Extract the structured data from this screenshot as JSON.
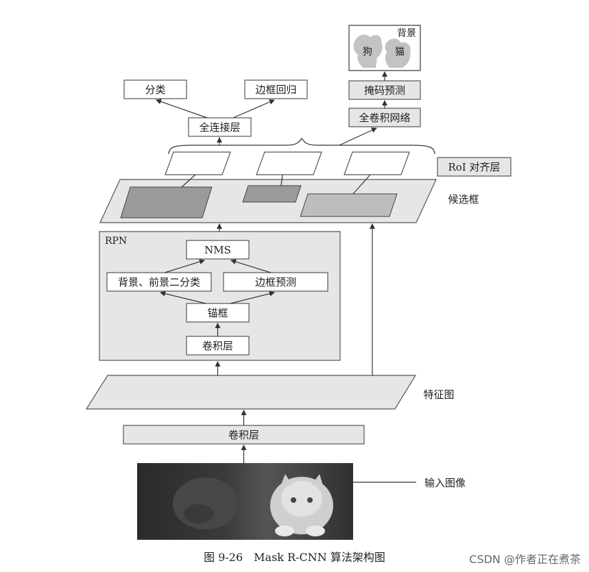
{
  "output": {
    "classification": "分类",
    "bbox_regression": "边框回归",
    "fc_layer": "全连接层",
    "mask_labels": {
      "background": "背景",
      "dog": "狗",
      "cat": "猫"
    },
    "mask_prediction": "掩码预测",
    "fcn": "全卷积网络"
  },
  "roi_align": "RoI 对齐层",
  "proposals": "候选框",
  "rpn": {
    "title": "RPN",
    "nms": "NMS",
    "cls": "背景、前景二分类",
    "bbox_pred": "边框预测",
    "anchors": "锚框",
    "conv": "卷积层"
  },
  "feature_map": "特征图",
  "backbone_conv": "卷积层",
  "input_image": "输入图像",
  "caption": "图 9-26　Mask R-CNN 算法架构图",
  "watermark": "CSDN @作者正在煮茶",
  "colors": {
    "panel": "#e6e6e6",
    "dark_region": "#9a9a9a",
    "mid_region": "#bdbdbd",
    "stroke": "#555555"
  }
}
